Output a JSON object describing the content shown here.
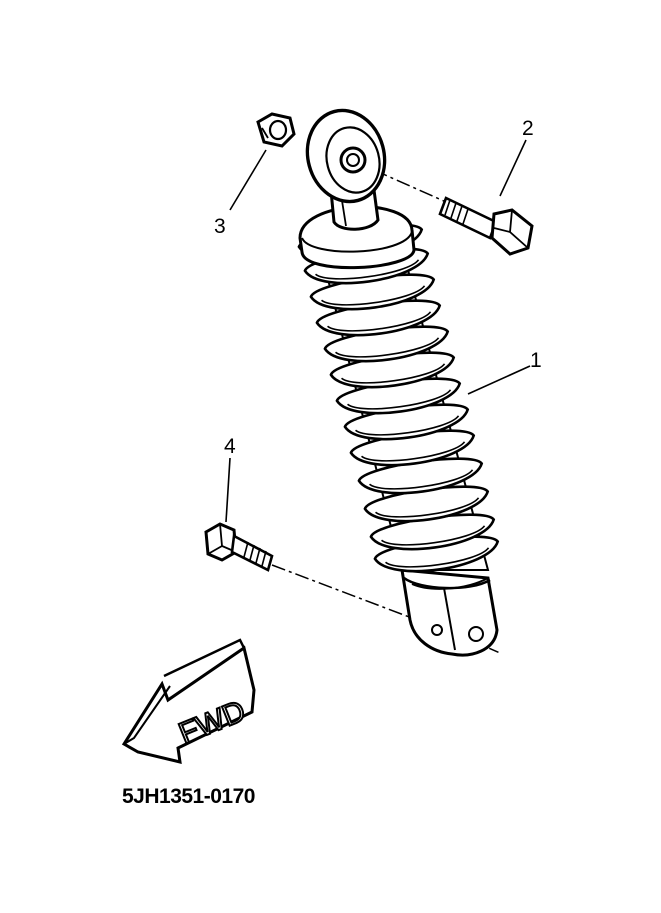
{
  "callouts": {
    "shock": "1",
    "bolt_upper": "2",
    "nut": "3",
    "bolt_lower": "4"
  },
  "arrow_label": "FWD",
  "part_code": "5JH1351-0170",
  "colors": {
    "line": "#000000",
    "background": "#ffffff"
  }
}
